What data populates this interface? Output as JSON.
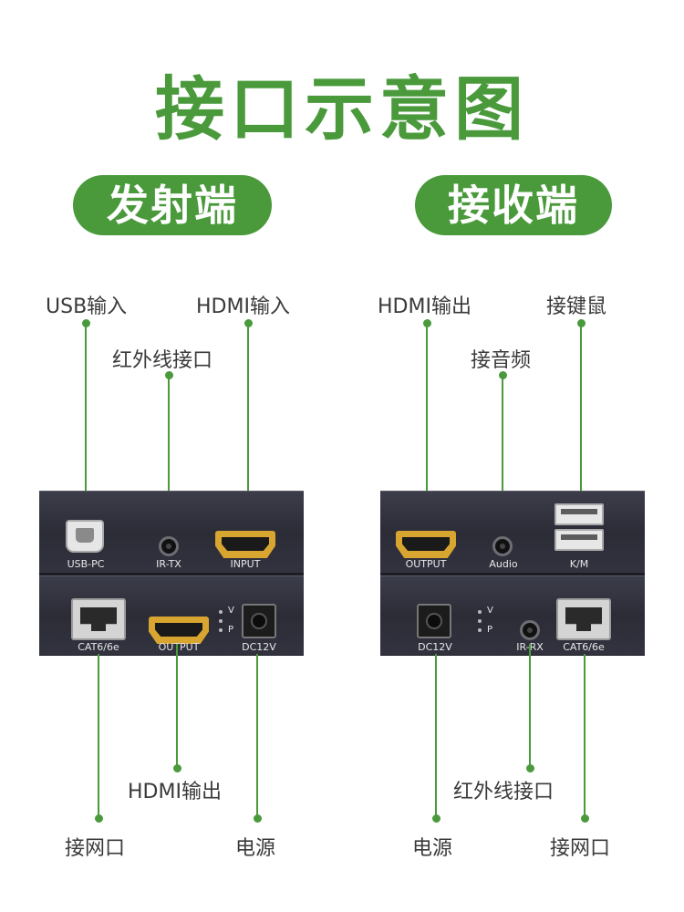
{
  "title": "接口示意图",
  "transmitter": {
    "heading": "发射端",
    "labels": {
      "usb_in": "USB输入",
      "hdmi_in": "HDMI输入",
      "ir": "红外线接口",
      "hdmi_out": "HDMI输出",
      "lan": "接网口",
      "power": "电源"
    },
    "panel_labels": {
      "usb_pc": "USB-PC",
      "ir_tx": "IR-TX",
      "input": "INPUT",
      "cat": "CAT6/6e",
      "output": "OUTPUT",
      "dc": "DC12V",
      "v": "V",
      "p": "P"
    }
  },
  "receiver": {
    "heading": "接收端",
    "labels": {
      "hdmi_out": "HDMI输出",
      "keyboard_mouse": "接键鼠",
      "audio": "接音频",
      "ir": "红外线接口",
      "power": "电源",
      "lan": "接网口"
    },
    "panel_labels": {
      "output": "OUTPUT",
      "audio": "Audio",
      "km": "K/M",
      "dc": "DC12V",
      "ir_rx": "IR-RX",
      "cat": "CAT6/6e",
      "v": "V",
      "p": "P"
    }
  },
  "colors": {
    "accent": "#4a9a3c",
    "panel": "#2f303b",
    "hdmi_port": "#d9a531"
  }
}
